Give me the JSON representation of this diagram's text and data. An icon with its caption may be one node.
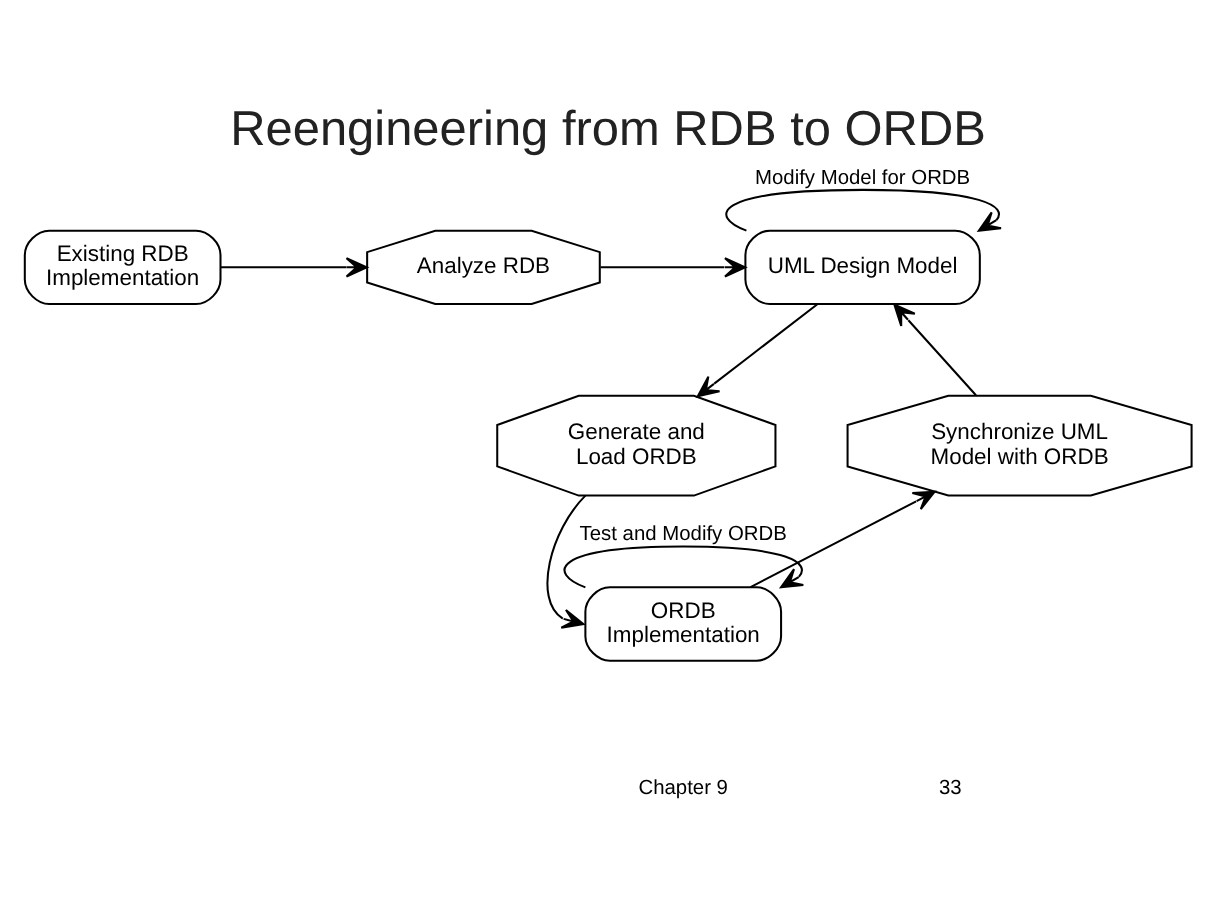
{
  "diagram": {
    "title": "Reengineering from RDB to ORDB",
    "nodes": [
      {
        "text": [
          "Existing RDB Implementation"
        ]
      },
      {
        "text": [
          "Analyze RDB"
        ]
      },
      {
        "text": [
          "UML Design Model"
        ]
      },
      {
        "text": [
          "Generate and Load ORDB"
        ]
      },
      {
        "text": [
          "ORDB Implementation"
        ]
      },
      {
        "text": [
          "Synchronize UML Model with ORDB"
        ]
      }
    ],
    "edges": [
      {
        "from": 0,
        "to": 1,
        "arrow": "to"
      },
      {
        "from": 1,
        "to": 2,
        "arrow": "to"
      },
      {
        "from": 2,
        "to": 2,
        "arrow": "to",
        "label": "Modify Model for ORDB"
      },
      {
        "from": 2,
        "to": 3,
        "arrow": "to"
      },
      {
        "from": 3,
        "to": 4,
        "arrow": "to"
      },
      {
        "from": 4,
        "to": 4,
        "arrow": "to",
        "label": "Test and Modify ORDB"
      },
      {
        "from": 4,
        "to": 5,
        "arrow": "to"
      },
      {
        "from": 5,
        "to": 2,
        "arrow": "to"
      }
    ],
    "labels": [
      "Chapter 9",
      "33"
    ]
  }
}
